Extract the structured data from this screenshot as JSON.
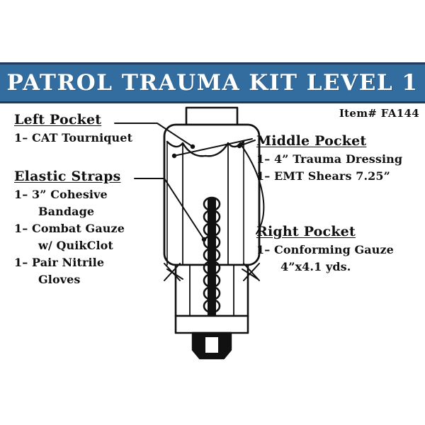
{
  "banner": {
    "title": "PATROL TRAUMA KIT LEVEL 1",
    "background_color": "#336C9E",
    "text_color": "#ffffff",
    "border_color": "#1d3c5c"
  },
  "item_number": "Item# FA144",
  "page": {
    "background_color": "#ffffff",
    "ink_color": "#111111"
  },
  "labels": {
    "left_pocket": {
      "heading": "Left Pocket",
      "items": [
        "1– CAT Tourniquet"
      ]
    },
    "elastic_straps": {
      "heading": "Elastic Straps",
      "items": [
        "1– 3” Cohesive",
        "Bandage",
        "1– Combat Gauze",
        "w/ QuikClot",
        "1– Pair Nitrile",
        "Gloves"
      ]
    },
    "middle_pocket": {
      "heading": "Middle Pocket",
      "items": [
        "1– 4” Trauma Dressing",
        "1– EMT Shears 7.25”"
      ]
    },
    "right_pocket": {
      "heading": "Right Pocket",
      "items": [
        "1– Conforming Gauze",
        "4”x4.1 yds."
      ]
    }
  },
  "diagram": {
    "name": "trauma-kit-line-drawing",
    "description": "Front view line drawing of a patrol trauma kit pouch with top flap tab, three scalloped pockets, center elastic strap column and dark MOLLE base tab",
    "stroke_color": "#111111",
    "fill_color": "#ffffff",
    "dark_fill_color": "#111111"
  }
}
